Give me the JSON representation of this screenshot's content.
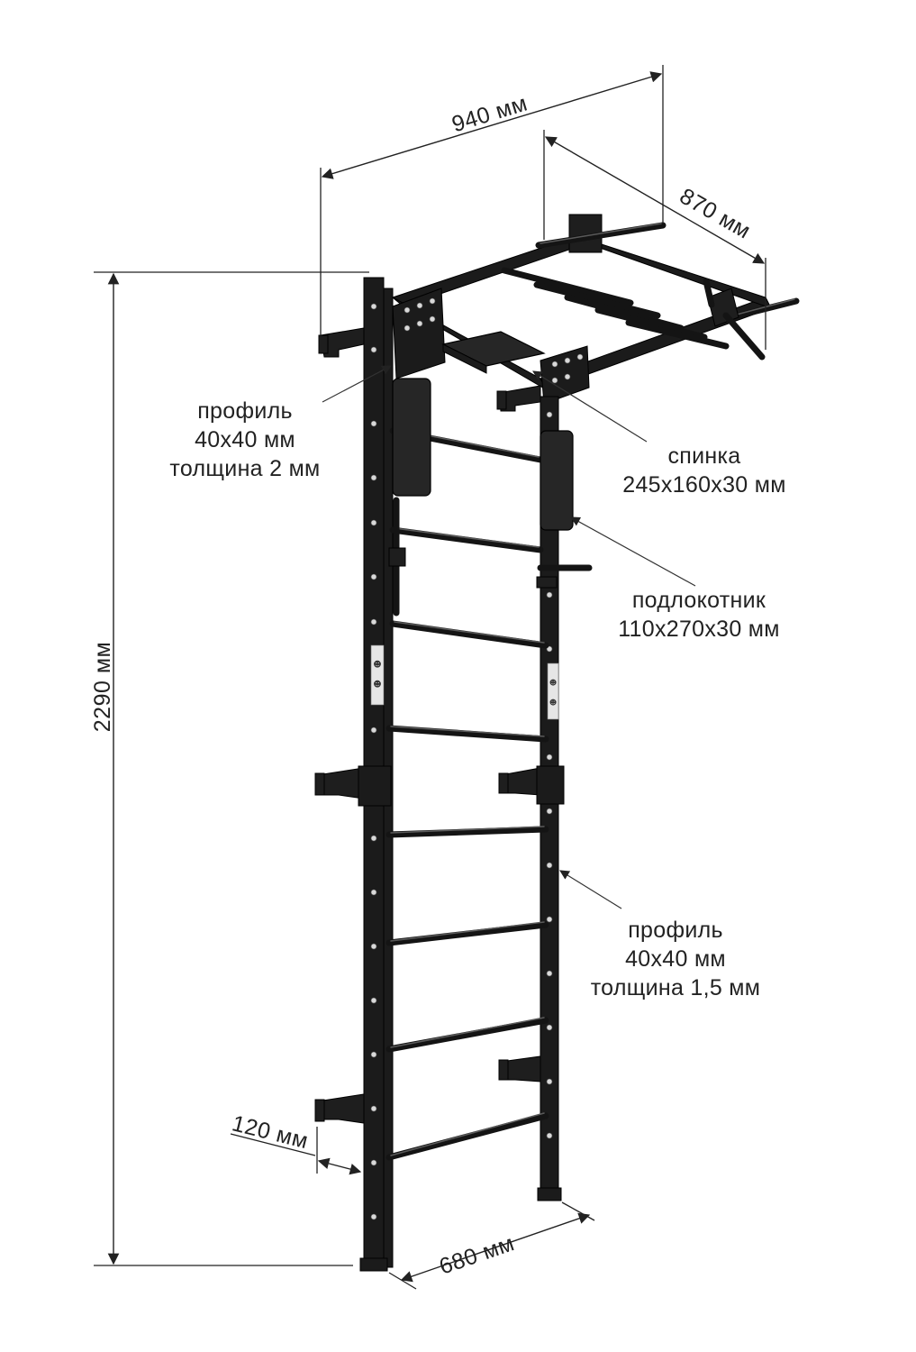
{
  "dimensions": {
    "top_width": "940 мм",
    "depth": "870 мм",
    "height": "2290 мм",
    "wall_offset": "120 мм",
    "bottom_width": "680 мм"
  },
  "callouts": {
    "upper_profile": [
      "профиль",
      "40x40 мм",
      "толщина 2 мм"
    ],
    "backrest": [
      "спинка",
      "245x160x30 мм"
    ],
    "armrest": [
      "подлокотник",
      "110x270x30 мм"
    ],
    "lower_profile": [
      "профиль",
      "40x40 мм",
      "толщина 1,5 мм"
    ]
  },
  "colors": {
    "frame": "#1b1b1b",
    "text": "#222222",
    "background": "#ffffff"
  }
}
